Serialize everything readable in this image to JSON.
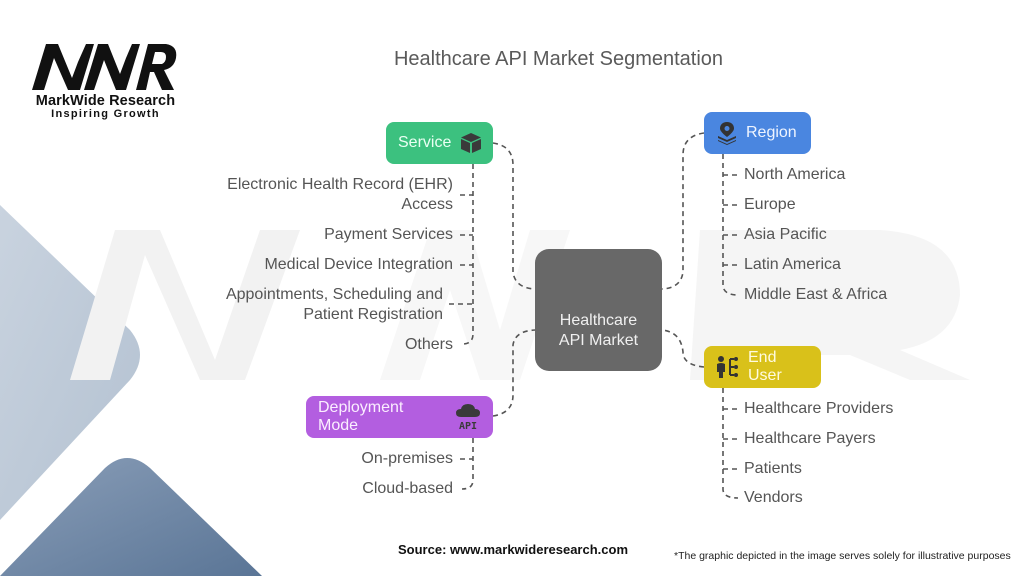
{
  "logo": {
    "mark": "MWR",
    "name": "MarkWide Research",
    "tagline": "Inspiring Growth"
  },
  "title": "Healthcare API Market Segmentation",
  "center": {
    "line1": "Healthcare",
    "line2": "API Market"
  },
  "categories": {
    "service": {
      "label": "Service",
      "icon": "box-icon",
      "color": "#3cc17f",
      "items": [
        "Electronic Health Record (EHR)",
        "Access",
        "Payment Services",
        "Medical Device Integration",
        "Appointments, Scheduling and",
        "Patient Registration",
        "Others"
      ]
    },
    "region": {
      "label": "Region",
      "icon": "map-pin-layers-icon",
      "color": "#4a86e0",
      "items": [
        "North America",
        "Europe",
        "Asia Pacific",
        "Latin America",
        "Middle East & Africa"
      ]
    },
    "end_user": {
      "label": "End User",
      "icon": "user-network-icon",
      "color": "#d9c11a",
      "items": [
        "Healthcare Providers",
        "Healthcare Payers",
        "Patients",
        "Vendors"
      ]
    },
    "deployment": {
      "label": "Deployment Mode",
      "icon": "cloud-api-icon",
      "icon_text": "API",
      "color": "#b35ee0",
      "items": [
        "On-premises",
        "Cloud-based"
      ]
    }
  },
  "footer": {
    "source": "Source: www.markwideresearch.com",
    "note": "*The graphic depicted in the image serves solely for illustrative purposes"
  }
}
